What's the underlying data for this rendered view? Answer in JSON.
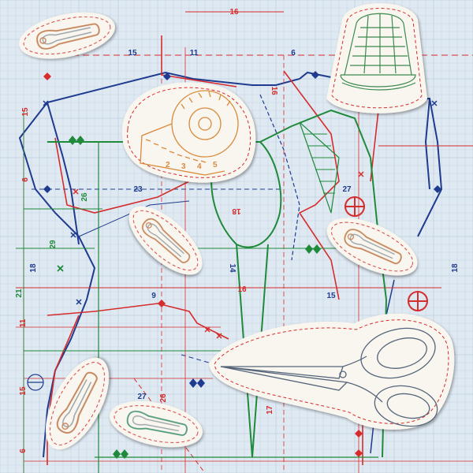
{
  "colors": {
    "background": "#dfe9f2",
    "grid": "#c3d3e2",
    "red": "#d62c2c",
    "green": "#1f8a3a",
    "blue": "#1f3b8f",
    "sticker": "#f9f6ef"
  },
  "measurements": {
    "top_16": "16",
    "top_15": "15",
    "top_11": "11",
    "top_6": "6",
    "left_15": "15",
    "left_6": "6",
    "v_26_left": "26",
    "h_23": "23",
    "h_18_mid": "18",
    "v_16_mid": "16",
    "h_27_right": "27",
    "v_29": "29",
    "left_18": "18",
    "v_14": "14",
    "right_18": "18",
    "left_21": "21",
    "h_9": "9",
    "h_16_low": "16",
    "h_15_low": "15",
    "left_11": "11",
    "h_27_low": "27",
    "v_26_low": "26",
    "v_17": "17",
    "left_15_low": "15",
    "left_6_low": "6"
  },
  "tape_digits": [
    "2",
    "3",
    "4",
    "5"
  ],
  "stickers": {
    "pins": [
      "safety-pin",
      "safety-pin",
      "safety-pin",
      "safety-pin",
      "safety-pin"
    ],
    "tape": "measuring-tape",
    "thimble": "thimble",
    "scissors": "scissors"
  }
}
